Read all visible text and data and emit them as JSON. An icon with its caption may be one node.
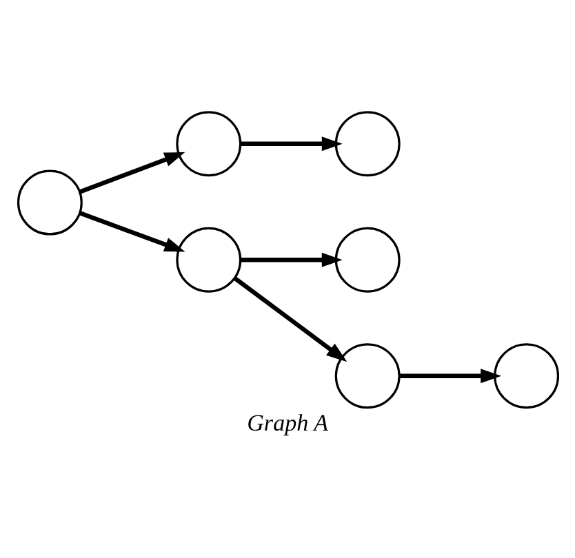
{
  "diagram": {
    "caption": "Graph A",
    "nodes": [
      {
        "text": [],
        "shape": "circle"
      },
      {
        "text": [],
        "shape": "circle"
      },
      {
        "text": [],
        "shape": "circle"
      },
      {
        "text": [],
        "shape": "circle"
      },
      {
        "text": [],
        "shape": "circle"
      },
      {
        "text": [],
        "shape": "circle"
      },
      {
        "text": [],
        "shape": "circle"
      }
    ],
    "edges": [
      {
        "from": 0,
        "to": 1,
        "arrow": "to"
      },
      {
        "from": 1,
        "to": 2,
        "arrow": "to"
      },
      {
        "from": 0,
        "to": 3,
        "arrow": "to"
      },
      {
        "from": 3,
        "to": 4,
        "arrow": "to"
      },
      {
        "from": 3,
        "to": 5,
        "arrow": "to"
      },
      {
        "from": 5,
        "to": 6,
        "arrow": "to"
      }
    ]
  }
}
